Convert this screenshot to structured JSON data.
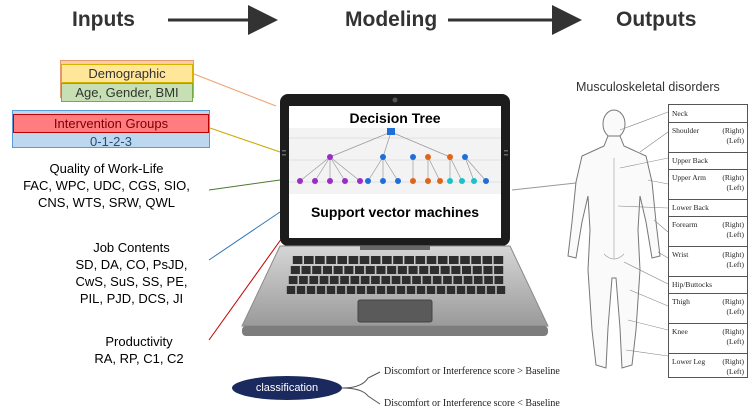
{
  "header": {
    "inputs": "Inputs",
    "modeling": "Modeling",
    "outputs": "Outputs"
  },
  "input_boxes": [
    {
      "lines": [
        "Demographic",
        "Age, Gender, BMI"
      ],
      "fill": "#f8cbad",
      "border": "#e59a6e",
      "text_color": "#333333"
    },
    {
      "lines": [
        "Intervention Groups",
        "0-1-2-3"
      ],
      "fill": "#ffe699",
      "border": "#d4b200",
      "text_color": "#333333"
    },
    {
      "lines": [
        "Quality of Work-Life",
        "FAC, WPC, UDC, CGS, SIO,",
        "CNS, WTS, SRW, QWL"
      ],
      "fill": "#c6e0b4",
      "border": "#70ad47",
      "text_color": "#333333"
    },
    {
      "lines": [
        "Job Contents",
        "SD, DA, CO, PsJD,",
        "CwS, SuS, SS, PE,",
        "PIL, PJD, DCS, JI"
      ],
      "fill": "#bdd7ee",
      "border": "#5b9bd5",
      "text_color": "#1f4e79"
    },
    {
      "lines": [
        "Productivity",
        "RA, RP, C1, C2"
      ],
      "fill": "#ff7c80",
      "border": "#c00000",
      "text_color": "#7b0000"
    }
  ],
  "screen": {
    "top_title": "Decision Tree",
    "bottom_title": "Support vector machines"
  },
  "outputs": {
    "title": "Musculoskeletal disorders",
    "rows": [
      {
        "name": "Neck",
        "sides": []
      },
      {
        "name": "Shoulder",
        "sides": [
          "(Right)",
          "(Left)"
        ]
      },
      {
        "name": "Upper Back",
        "sides": []
      },
      {
        "name": "Upper Arm",
        "sides": [
          "(Right)",
          "(Left)"
        ]
      },
      {
        "name": "Lower Back",
        "sides": []
      },
      {
        "name": "Forearm",
        "sides": [
          "(Right)",
          "(Left)"
        ]
      },
      {
        "name": "Wrist",
        "sides": [
          "(Right)",
          "(Left)"
        ]
      },
      {
        "name": "Hip/Buttocks",
        "sides": []
      },
      {
        "name": "Thigh",
        "sides": [
          "(Right)",
          "(Left)"
        ]
      },
      {
        "name": "Knee",
        "sides": [
          "(Right)",
          "(Left)"
        ]
      },
      {
        "name": "Lower Leg",
        "sides": [
          "(Right)",
          "(Left)"
        ]
      }
    ]
  },
  "classification": {
    "label": "classification",
    "upper": "Discomfort or Interference score > Baseline",
    "lower": "Discomfort or Interference score < Baseline"
  },
  "colors": {
    "tree_root": "#1e6fd9",
    "tree_purple": "#9b2cc8",
    "tree_blue": "#1e6fd9",
    "tree_orange": "#e0651a",
    "tree_cyan": "#19c2c9"
  }
}
